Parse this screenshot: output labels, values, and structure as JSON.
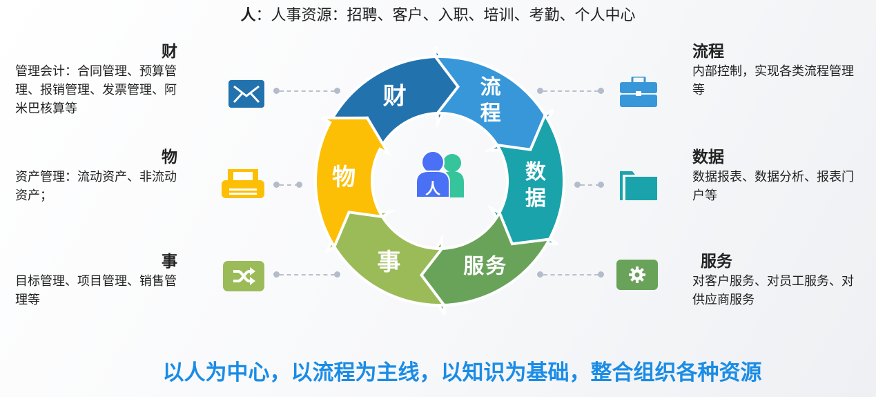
{
  "title": {
    "bold": "人",
    "rest": "：人事资源：招聘、客户、入职、培训、考勤、个人中心"
  },
  "center": {
    "label": "人",
    "icon": "users-icon"
  },
  "segments": [
    {
      "label": "财",
      "color": "#2272ae"
    },
    {
      "label": "流程",
      "color": "#3797d9"
    },
    {
      "label": "数据",
      "color": "#1ba3ab"
    },
    {
      "label": "服务",
      "color": "#69a35a"
    },
    {
      "label": "事",
      "color": "#9bbb58"
    },
    {
      "label": "物",
      "color": "#fcbf06"
    }
  ],
  "left": [
    {
      "title": "财",
      "text": "管理会计：合同管理、预算管理、报销管理、发票管理、阿米巴核算等",
      "icon": "mail-icon",
      "color": "#2272ae"
    },
    {
      "title": "物",
      "text": "资产管理：流动资产、非流动资产；",
      "icon": "printer-icon",
      "color": "#fcbf06"
    },
    {
      "title": "事",
      "text": "目标管理、项目管理、销售管理等",
      "icon": "shuffle-icon",
      "color": "#9bbb58"
    }
  ],
  "right": [
    {
      "title": "流程",
      "text": "内部控制，实现各类流程管理等",
      "icon": "briefcase-icon",
      "color": "#3797d9"
    },
    {
      "title": "数据",
      "text": "数据报表、数据分析、报表门户等",
      "icon": "folder-icon",
      "color": "#1ba3ab"
    },
    {
      "title": "服务",
      "text": "对客户服务、对员工服务、对供应商服务",
      "icon": "gear-icon",
      "color": "#69a35a"
    }
  ],
  "slogan": "以人为中心，以流程为主线，以知识为基础，整合组织各种资源"
}
